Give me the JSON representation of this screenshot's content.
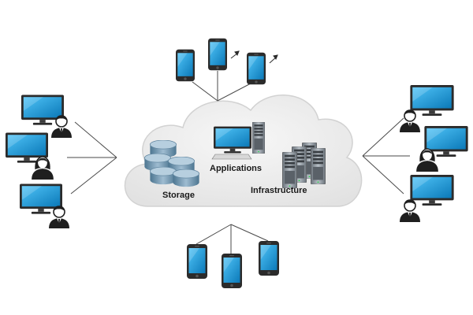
{
  "labels": {
    "storage": "Storage",
    "applications": "Applications",
    "infrastructure": "Infrastructure"
  },
  "colors": {
    "screen": "#1aa3e8",
    "screen_dark": "#0b79b8",
    "device_body": "#2b2b2b",
    "cloud": "#ececec",
    "cloud_edge": "#d2d2d2",
    "storage_disk": "#6f93ad",
    "server": "#8c949c",
    "line": "#4a4a4a"
  },
  "icons": [
    "desktop-computer-icon",
    "user-male-icon",
    "user-female-icon",
    "smartphone-icon",
    "database-icon",
    "server-rack-icon",
    "arrow-icon",
    "cloud-icon"
  ]
}
